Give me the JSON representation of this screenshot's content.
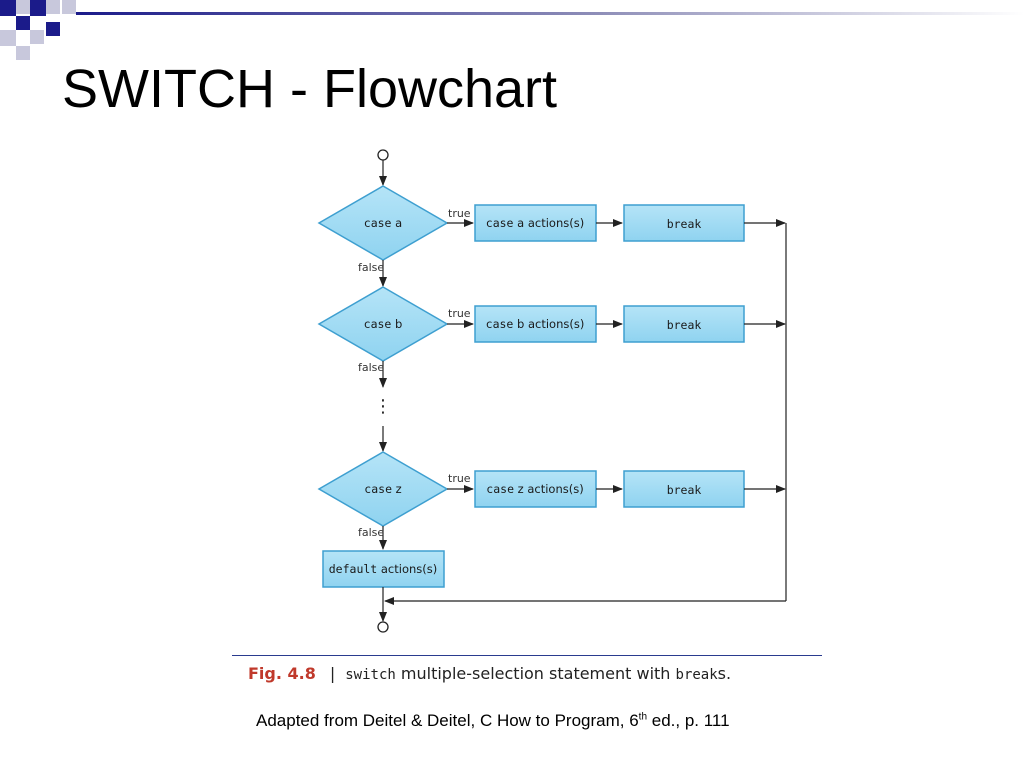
{
  "slide": {
    "title": "SWITCH - Flowchart",
    "source": {
      "prefix": "Adapted from Deitel & Deitel, C How to Program, 6",
      "superscript": "th",
      "suffix": " ed., p. 111"
    }
  },
  "colors": {
    "deco_navy": "#1b1b8a",
    "deco_light": "#c8c8dc",
    "node_fill": "#8fd3f0",
    "node_stroke": "#3e9fd0",
    "caption_rule": "#2a3b8f",
    "fig_label": "#c0392b"
  },
  "flowchart": {
    "cases": [
      {
        "kw": "case",
        "var": "a",
        "action_kw": "case",
        "action_rest": "a actions(s)"
      },
      {
        "kw": "case",
        "var": "b",
        "action_kw": "case",
        "action_rest": "b actions(s)"
      },
      {
        "kw": "case",
        "var": "z",
        "action_kw": "case",
        "action_rest": "z actions(s)"
      }
    ],
    "break_label": "break",
    "true_label": "true",
    "false_label": "false",
    "ellipsis": "⋮",
    "default": {
      "kw": "default",
      "rest": "actions(s)"
    }
  },
  "caption": {
    "fig": "Fig. 4.8",
    "separator": "|",
    "code1": "switch",
    "text": " multiple-selection statement with ",
    "code2": "break",
    "end": "s."
  }
}
